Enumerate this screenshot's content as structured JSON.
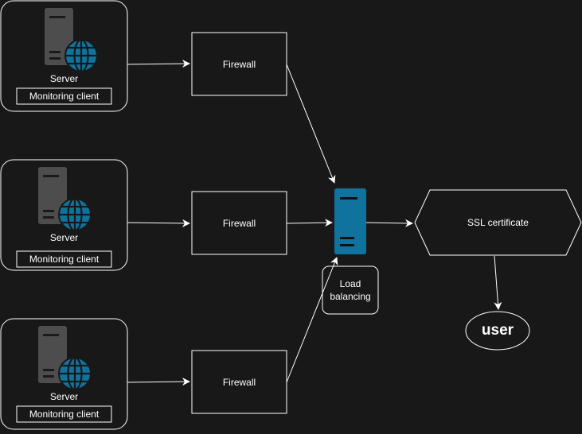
{
  "colors": {
    "background": "#181818",
    "stroke": "#ffffff",
    "server_body": "#4d4d4d",
    "server_shadow": "#666666",
    "globe": "#10739e",
    "load_balancer": "#10739e"
  },
  "servers": [
    {
      "label": "Server",
      "client_label": "Monitoring client",
      "icon": "server-globe-icon"
    },
    {
      "label": "Server",
      "client_label": "Monitoring client",
      "icon": "server-globe-icon"
    },
    {
      "label": "Server",
      "client_label": "Monitoring client",
      "icon": "server-globe-icon"
    }
  ],
  "firewalls": [
    {
      "label": "Firewall"
    },
    {
      "label": "Firewall"
    },
    {
      "label": "Firewall"
    }
  ],
  "load_balancer": {
    "label": "Load balancing",
    "icon": "load-balancer-server-icon"
  },
  "ssl": {
    "label": "SSL certificate"
  },
  "user": {
    "label": "user"
  }
}
